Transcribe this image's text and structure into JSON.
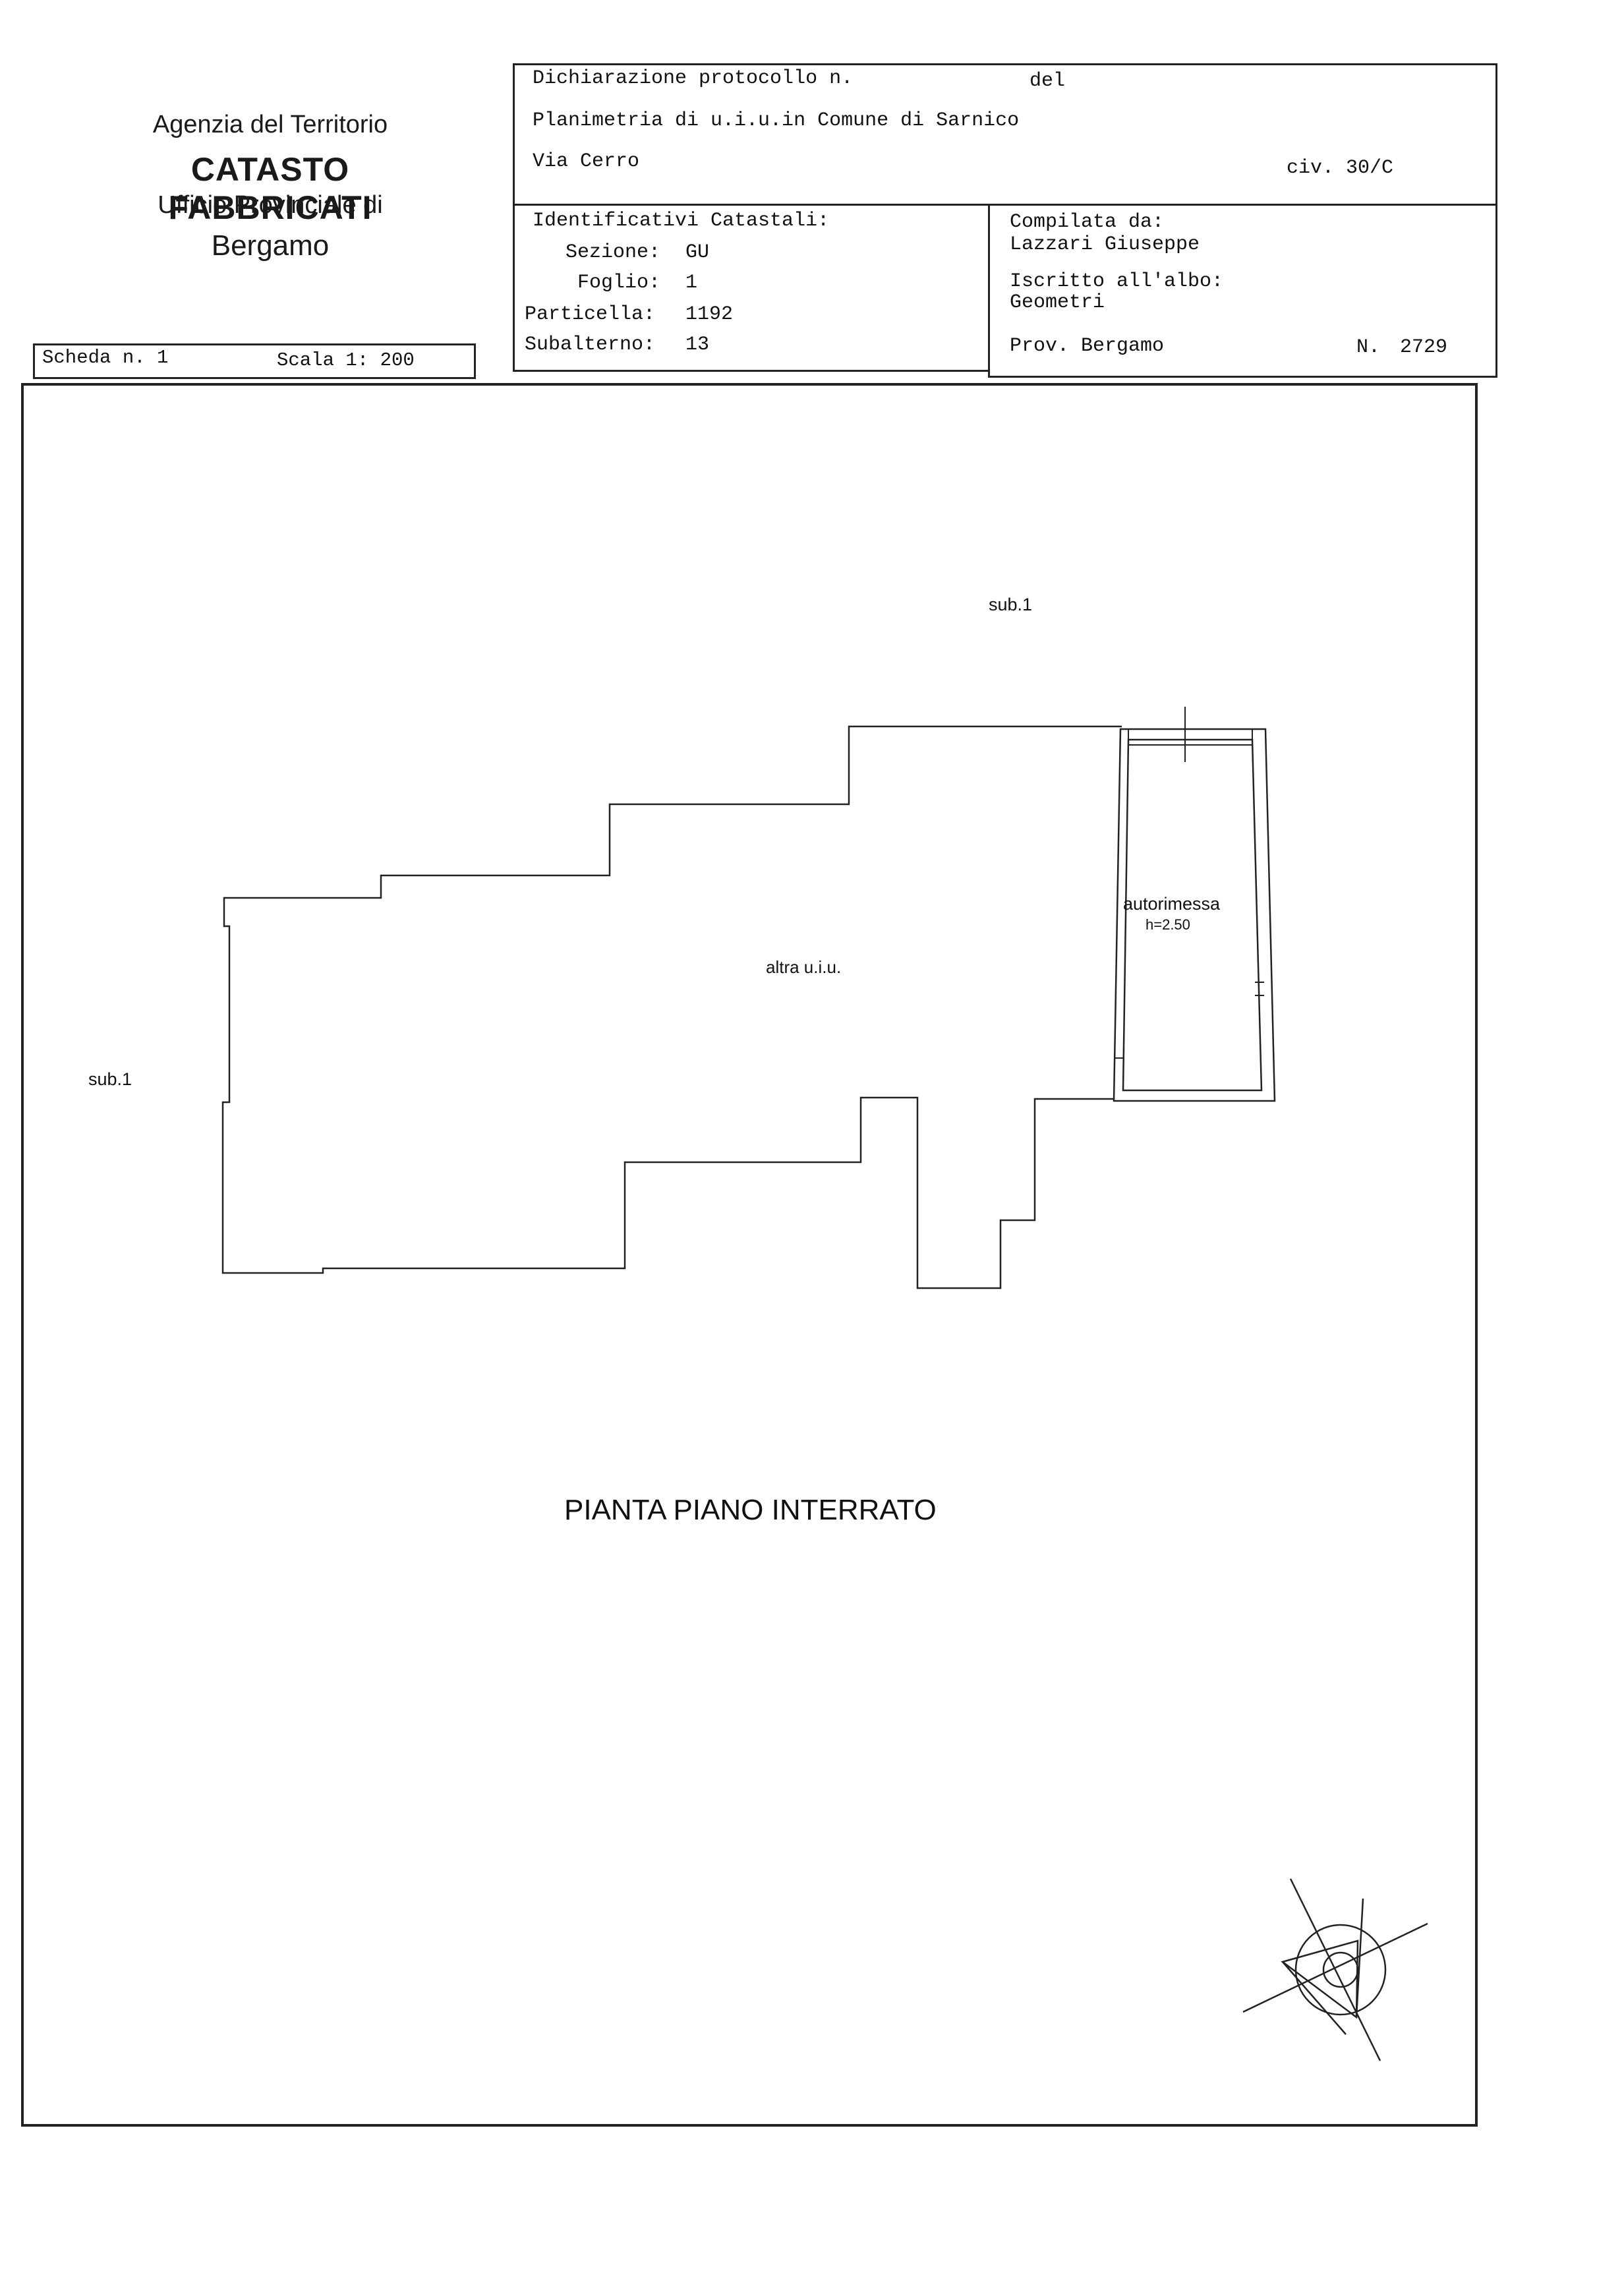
{
  "agency": {
    "line1": "Agenzia del Territorio",
    "line2": "CATASTO FABBRICATI",
    "line3": "Ufficio Provinciale di",
    "line4": "Bergamo"
  },
  "header": {
    "dichiarazione": "Dichiarazione protocollo n.",
    "del": "del",
    "planimetria": "Planimetria di u.i.u.in Comune di Sarnico",
    "via": "Via Cerro",
    "civ": "civ. 30/C"
  },
  "identificativi": {
    "title": "Identificativi Catastali:",
    "sezione_label": "Sezione:",
    "sezione": "GU",
    "foglio_label": "Foglio:",
    "foglio": "1",
    "particella_label": "Particella:",
    "particella": "1192",
    "subalterno_label": "Subalterno:",
    "subalterno": "13"
  },
  "compilata": {
    "label": "Compilata da:",
    "name": "Lazzari Giuseppe",
    "iscritto_label": "Iscritto all'albo:",
    "albo": "Geometri",
    "prov": "Prov. Bergamo",
    "numero_label": "N.",
    "numero": "2729"
  },
  "scheda": {
    "label": "Scheda n. 1",
    "scala": "Scala 1: 200"
  },
  "plan": {
    "sub_top": "sub.1",
    "sub_left": "sub.1",
    "altra": "altra u.i.u.",
    "garage": "autorimessa",
    "height": "h=2.50",
    "title": "PIANTA PIANO INTERRATO"
  }
}
